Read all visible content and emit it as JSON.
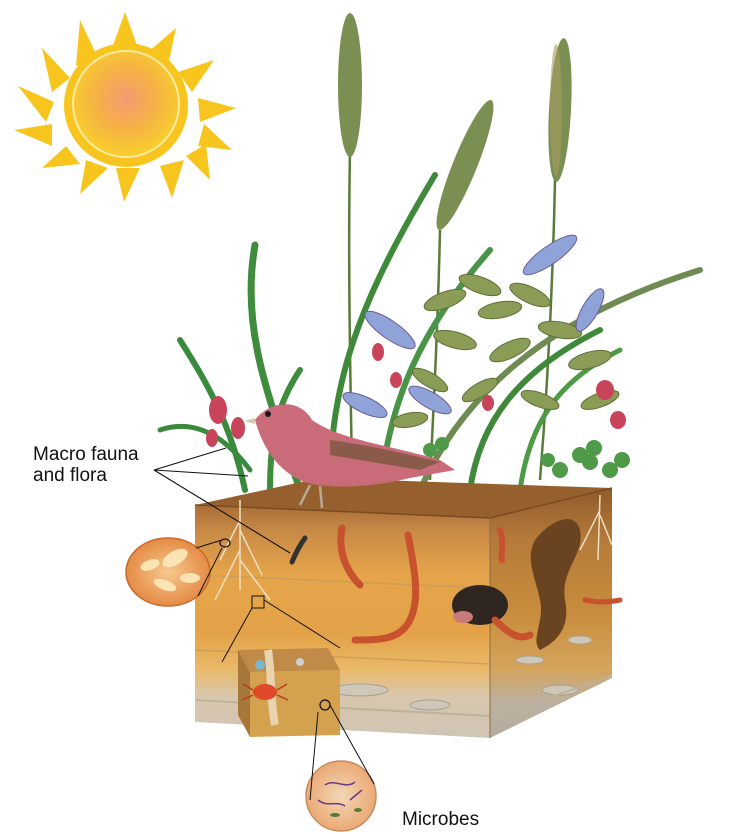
{
  "labels": {
    "macro_line1": "Macro fauna",
    "macro_line2": "and flora",
    "microbes": "Microbes"
  },
  "colors": {
    "sun_outer": "#f7c21c",
    "sun_core": "#f59f4a",
    "grass": "#3f8a3a",
    "soil_top": "#b7793f",
    "soil_mid": "#e8a94a",
    "soil_pale": "#e9b869",
    "stone_layer": "#cfc6b8",
    "earthworm": "#c8512e",
    "bird": "#c96b79"
  },
  "icons": [
    "sun-icon",
    "bird-icon",
    "earthworm-icon",
    "mole-icon",
    "mite-icon",
    "clover-icon",
    "wheat-icon"
  ]
}
